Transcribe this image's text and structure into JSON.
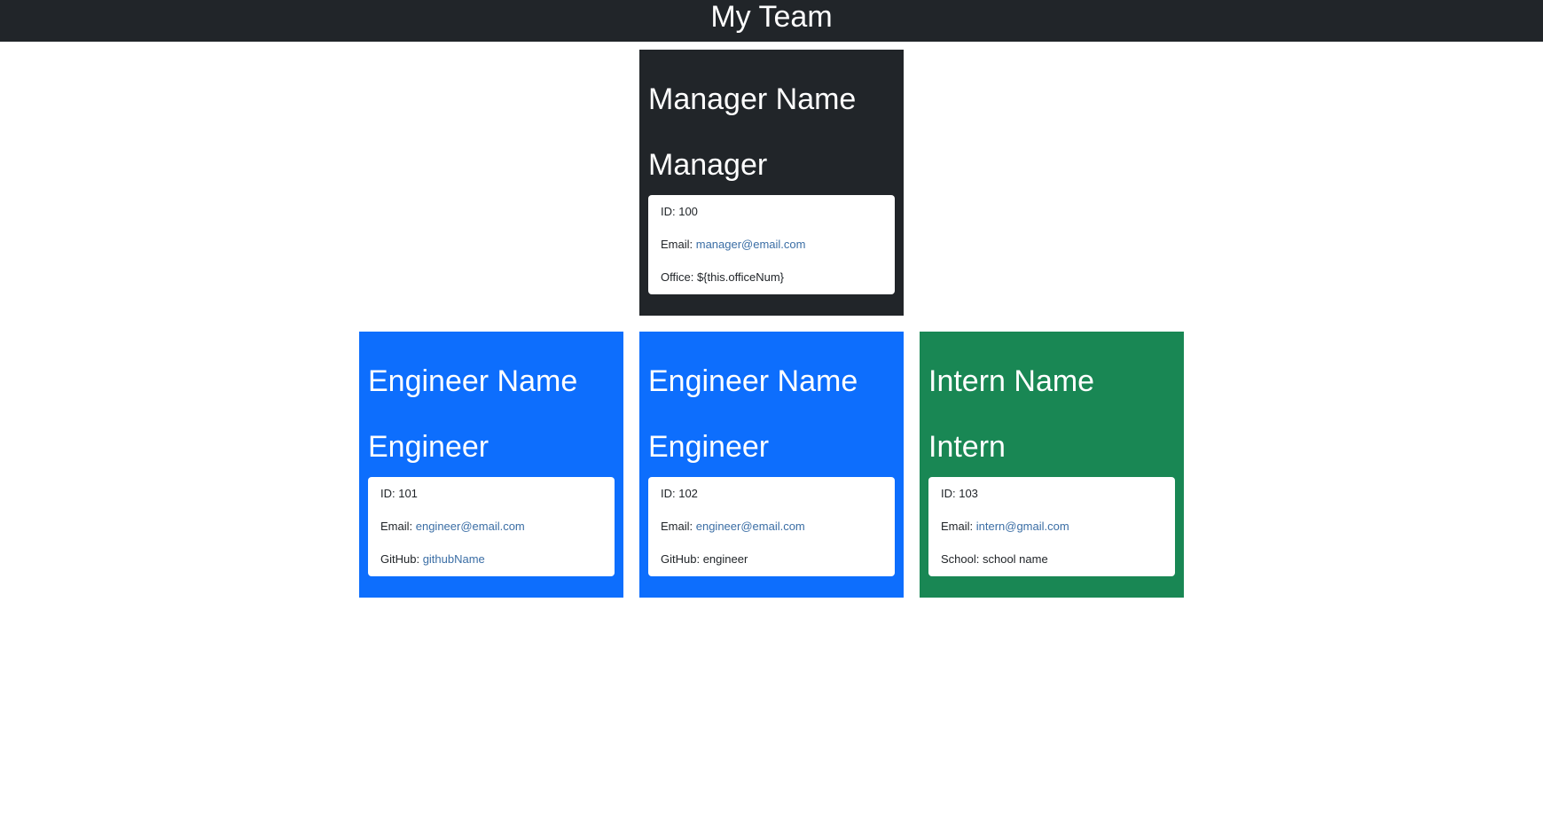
{
  "header": {
    "title": "My Team"
  },
  "colors": {
    "navbar": "#212529",
    "manager_card": "#212529",
    "engineer_card": "#0d6efd",
    "intern_card": "#198754",
    "link": "#3b6ea5"
  },
  "cards": [
    {
      "name": "Manager Name",
      "role": "Manager",
      "id": "ID: 100",
      "email_label": "Email: ",
      "email": "manager@email.com",
      "extra_label": "Office: ",
      "extra_value": "${this.officeNum}"
    },
    {
      "name": "Engineer Name",
      "role": "Engineer",
      "id": "ID: 101",
      "email_label": "Email: ",
      "email": "engineer@email.com",
      "extra_label": "GitHub: ",
      "extra_value": "githubName"
    },
    {
      "name": "Engineer Name",
      "role": "Engineer",
      "id": "ID: 102",
      "email_label": "Email: ",
      "email": "engineer@email.com",
      "extra_label": "GitHub: ",
      "extra_value": "engineer"
    },
    {
      "name": "Intern Name",
      "role": "Intern",
      "id": "ID: 103",
      "email_label": "Email: ",
      "email": "intern@gmail.com",
      "extra_label": "School: ",
      "extra_value": "school name"
    }
  ]
}
